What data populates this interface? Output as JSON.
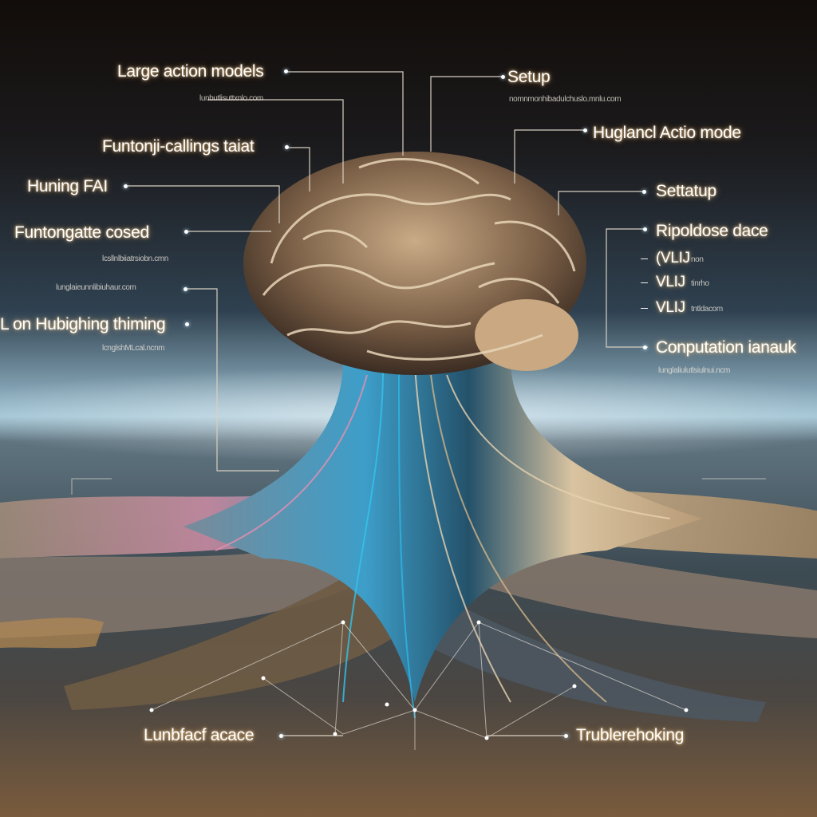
{
  "labels": {
    "large_action_models": "Large action models",
    "setup_top": "Setup",
    "hugging_action_mode": "Huglancl Actio mode",
    "function_calling": "Funtonji-callings taiat",
    "hunting_fai": "Huning FAI",
    "setup_right": "Settatup",
    "function_cosed": "Funtongatte cosed",
    "ripoldose_dace": "Ripoldose dace",
    "vlu_1": "(VLIJ",
    "vlu_2": "VLIJ",
    "vlu_3": "VLIJ",
    "on_hubging": "L on Hubighing thiming",
    "computation": "Conputation ianauk",
    "lunbfact_access": "Lunbfacf acace",
    "troubleshooting": "Trublerehoking"
  },
  "sublabels": {
    "under_large_action": "lunbutlisuttxnlo.com",
    "under_setup_top": "nomnmonhibadulchuslo.mnlu.com",
    "under_function_cosed": "lcsllnlbiiatrsiobn.cmn",
    "above_on_hubging": "lunglaieunnlibiuhaur.com",
    "under_on_hubging": "lcnglshMLcal.ncnm",
    "vlu_1_note": "non",
    "vlu_2_note": "tinrho",
    "vlu_3_note": "tntldacom",
    "under_computation": "lunglaliulutlsiulnui.ncm"
  },
  "colors": {
    "label_glow": "#ffcf8a",
    "leader_line": "#d8cfc2",
    "strand_cyan": "#2fb7e6",
    "strand_cream": "#e9d3b0",
    "strand_pink": "#e98fb0"
  }
}
